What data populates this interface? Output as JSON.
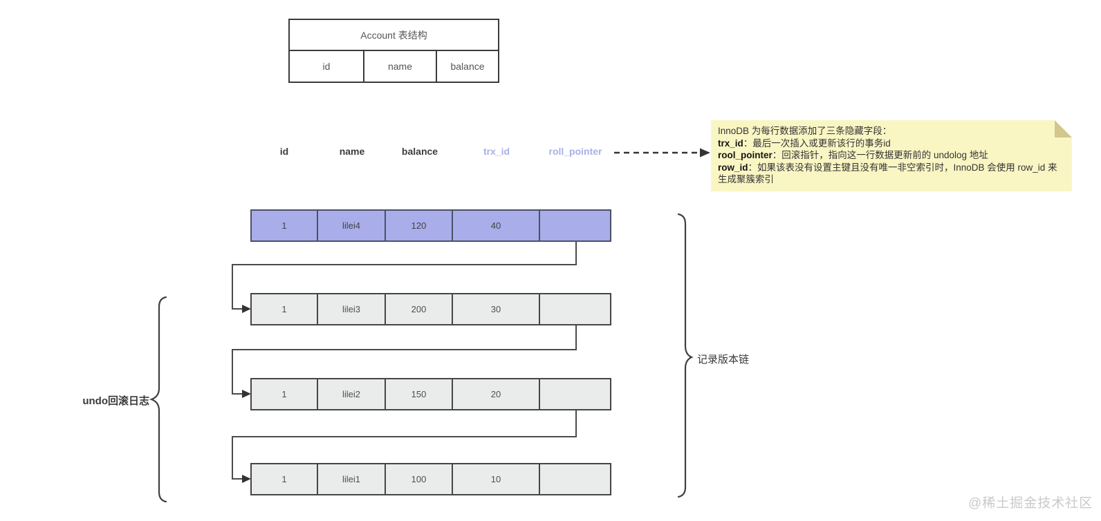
{
  "account_table": {
    "title": "Account 表结构",
    "columns": [
      "id",
      "name",
      "balance"
    ]
  },
  "field_headers": [
    {
      "label": "id",
      "highlight": false
    },
    {
      "label": "name",
      "highlight": false
    },
    {
      "label": "balance",
      "highlight": false
    },
    {
      "label": "trx_id",
      "highlight": true
    },
    {
      "label": "roll_pointer",
      "highlight": true
    }
  ],
  "note": {
    "lines": [
      {
        "bold": "",
        "text": "InnoDB 为每行数据添加了三条隐藏字段："
      },
      {
        "bold": "trx_id",
        "text": "：最后一次插入或更新该行的事务id"
      },
      {
        "bold": "rool_pointer",
        "text": "：回滚指针，指向这一行数据更新前的 undolog 地址"
      },
      {
        "bold": "row_id",
        "text": "：如果该表没有设置主键且没有唯一非空索引时，InnoDB 会使用 row_id 来生成聚簇索引"
      }
    ]
  },
  "version_chain": {
    "rows": [
      {
        "id": "1",
        "name": "lilei4",
        "balance": "120",
        "trx_id": "40",
        "roll_pointer": "",
        "current": true
      },
      {
        "id": "1",
        "name": "lilei3",
        "balance": "200",
        "trx_id": "30",
        "roll_pointer": "",
        "current": false
      },
      {
        "id": "1",
        "name": "lilei2",
        "balance": "150",
        "trx_id": "20",
        "roll_pointer": "",
        "current": false
      },
      {
        "id": "1",
        "name": "lilei1",
        "balance": "100",
        "trx_id": "10",
        "roll_pointer": "",
        "current": false
      }
    ]
  },
  "labels": {
    "undo_log": "undo回滚日志",
    "version_chain": "记录版本链"
  },
  "watermark": "@稀土掘金技术社区",
  "colors": {
    "current_row_fill": "#a9ade9",
    "current_row_border": "#4b5069",
    "history_row_fill": "#e9eceb",
    "history_row_border": "#454545",
    "hidden_field_label": "#a9b0e4",
    "note_bg": "#faf6c4",
    "note_fold": "#d2c78c",
    "line": "#4a4a4a"
  }
}
